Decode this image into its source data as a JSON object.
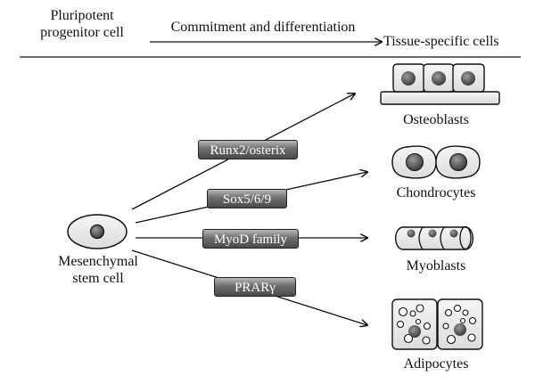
{
  "header": {
    "source_label": "Pluripotent\nprogenitor cell",
    "process_label": "Commitment and differentiation",
    "target_label": "Tissue-specific cells"
  },
  "stem_cell": {
    "label": "Mesenchymal\nstem cell"
  },
  "factors": {
    "runx2": "Runx2/osterix",
    "sox": "Sox5/6/9",
    "myod": "MyoD family",
    "prar": "PRARγ"
  },
  "cell_types": {
    "osteoblasts": "Osteoblasts",
    "chondrocytes": "Chondrocytes",
    "myoblasts": "Myoblasts",
    "adipocytes": "Adipocytes"
  }
}
